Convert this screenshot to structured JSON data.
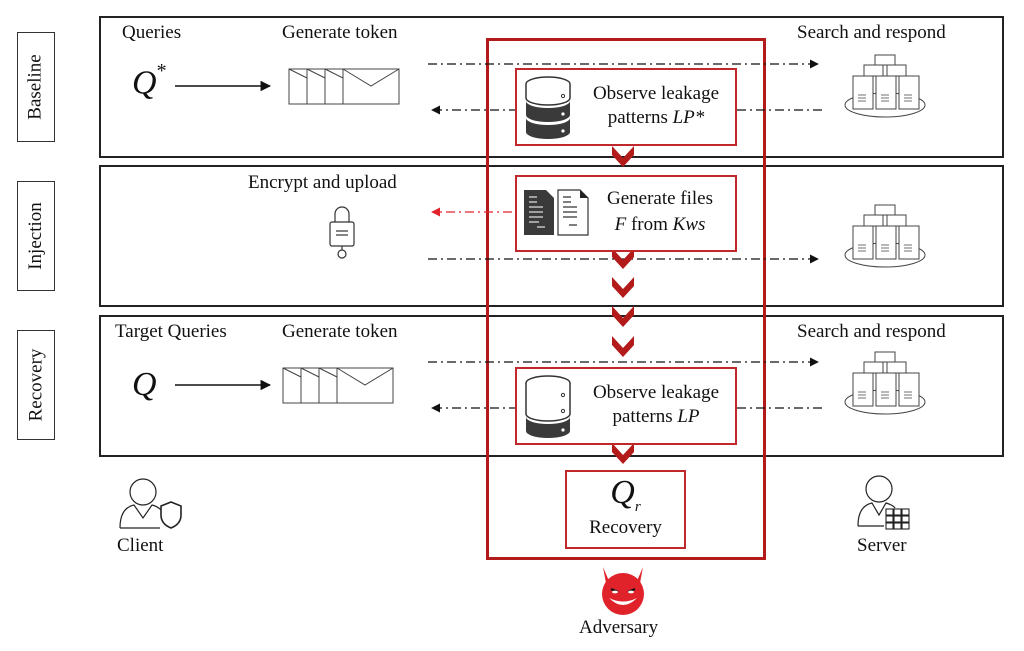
{
  "phases": {
    "baseline": {
      "label": "Baseline",
      "query_title": "Queries",
      "query_symbol": "Q",
      "query_superscript": "*",
      "token_title": "Generate token",
      "server_title": "Search and respond",
      "adversary_step": {
        "line1": "Observe leakage",
        "line2_prefix": "patterns ",
        "line2_italic": "LP*"
      }
    },
    "injection": {
      "label": "Injection",
      "client_title": "Encrypt and upload",
      "adversary_step": {
        "line1": "Generate files",
        "line2_italic_a": "F",
        "line2_mid": " from ",
        "line2_italic_b": "Kws"
      }
    },
    "recovery": {
      "label": "Recovery",
      "query_title": "Target Queries",
      "query_symbol": "Q",
      "token_title": "Generate token",
      "server_title": "Search and respond",
      "adversary_step": {
        "line1": "Observe leakage",
        "line2_prefix": "patterns ",
        "line2_italic": "LP"
      }
    }
  },
  "result": {
    "symbol": "Q",
    "subscript": "r",
    "label": "Recovery"
  },
  "actors": {
    "client": "Client",
    "server": "Server",
    "adversary": "Adversary"
  },
  "colors": {
    "adversary_red": "#b31b1b",
    "injection_arrow": "#e0222a",
    "frame_black": "#222222"
  }
}
